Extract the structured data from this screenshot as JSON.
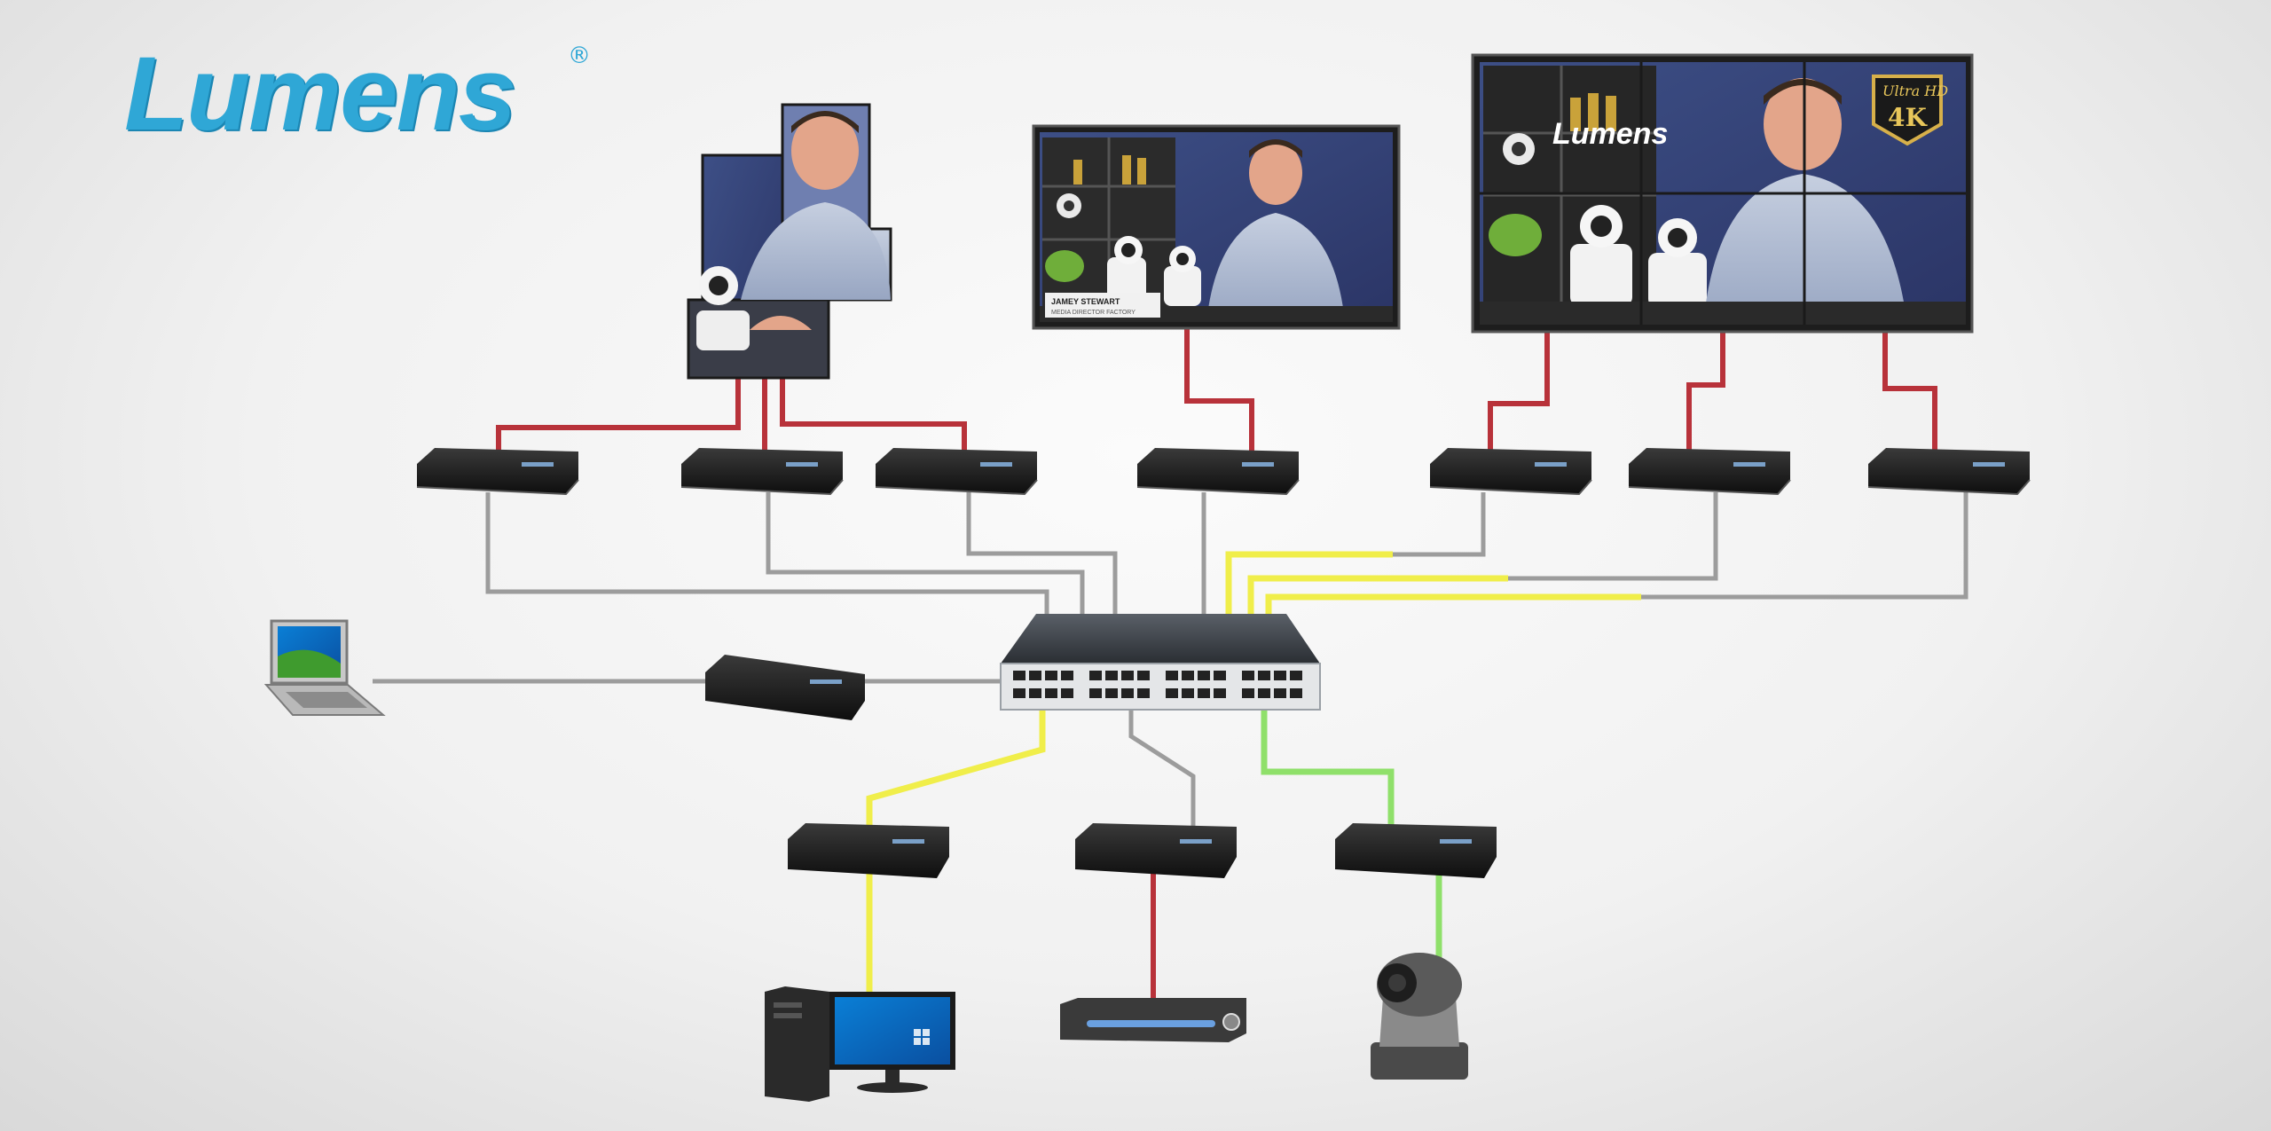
{
  "brand": {
    "logo_text": "Lumens",
    "registered_mark": "®",
    "accent_color": "#2fa7d6"
  },
  "displays": {
    "video_wall_logo": "Lumens",
    "uhd_badge": {
      "line1": "Ultra HD",
      "line2": "4K"
    },
    "lower_third": {
      "name": "JAMEY STEWART",
      "subtitle": "MEDIA DIRECTOR FACTORY"
    }
  },
  "cable_colors": {
    "hdmi_output": "#b8323a",
    "network": "#9a9a9a",
    "source_yellow": "#f0ee4a",
    "camera_green": "#8fe06a"
  },
  "icons": [
    "laptop-icon",
    "desktop-pc-icon",
    "media-player-icon",
    "ptz-camera-icon",
    "network-switch-icon",
    "encoder-decoder-box-icon"
  ]
}
